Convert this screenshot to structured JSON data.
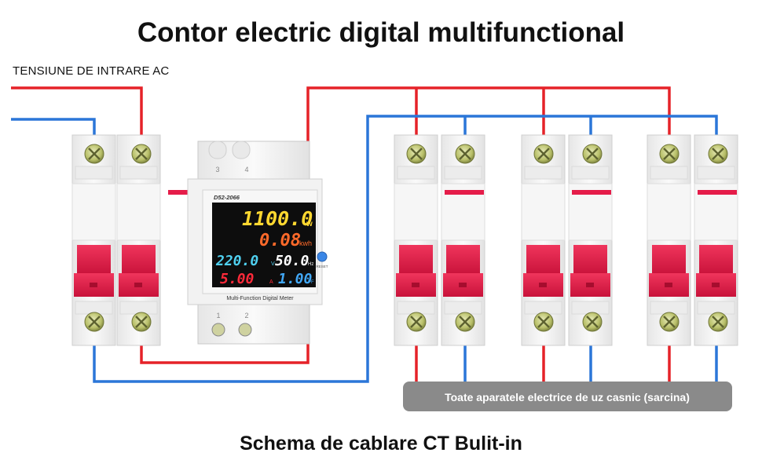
{
  "title": "Contor electric digital multifunctional",
  "input_label": "TENSIUNE DE INTRARE AC",
  "subtitle": "Schema de cablare CT Bulit-in",
  "load_label": "Toate aparatele electrice de uz casnic (sarcina)",
  "meter": {
    "model": "D52-2066",
    "power": "1100.0",
    "power_unit": "w",
    "energy": "0.08",
    "energy_unit": "kwh",
    "voltage": "220.0",
    "voltage_unit": "V",
    "frequency": "50.0",
    "frequency_unit": "Hz",
    "current": "5.00",
    "current_unit": "A",
    "pf": "1.00",
    "pf_unit": "PF",
    "reset_label": "RESET",
    "footer": "Multi-Function Digital Meter",
    "top_terminals": [
      "3",
      "4"
    ],
    "bottom_terminals": [
      "1",
      "2"
    ]
  },
  "colors": {
    "phase_wire": "#e52228",
    "neutral_wire": "#2b76d8",
    "breaker_red": "#e51c49",
    "screen_bg": "#0d0d0d",
    "power_digits": "#ffd830",
    "energy_digits": "#ff6a2a",
    "voltage_digits": "#4fd0f0",
    "frequency_digits": "#ffffff",
    "current_digits": "#ff2a3a",
    "pf_digits": "#41a7f5",
    "label_box": "#8a8a8a"
  }
}
